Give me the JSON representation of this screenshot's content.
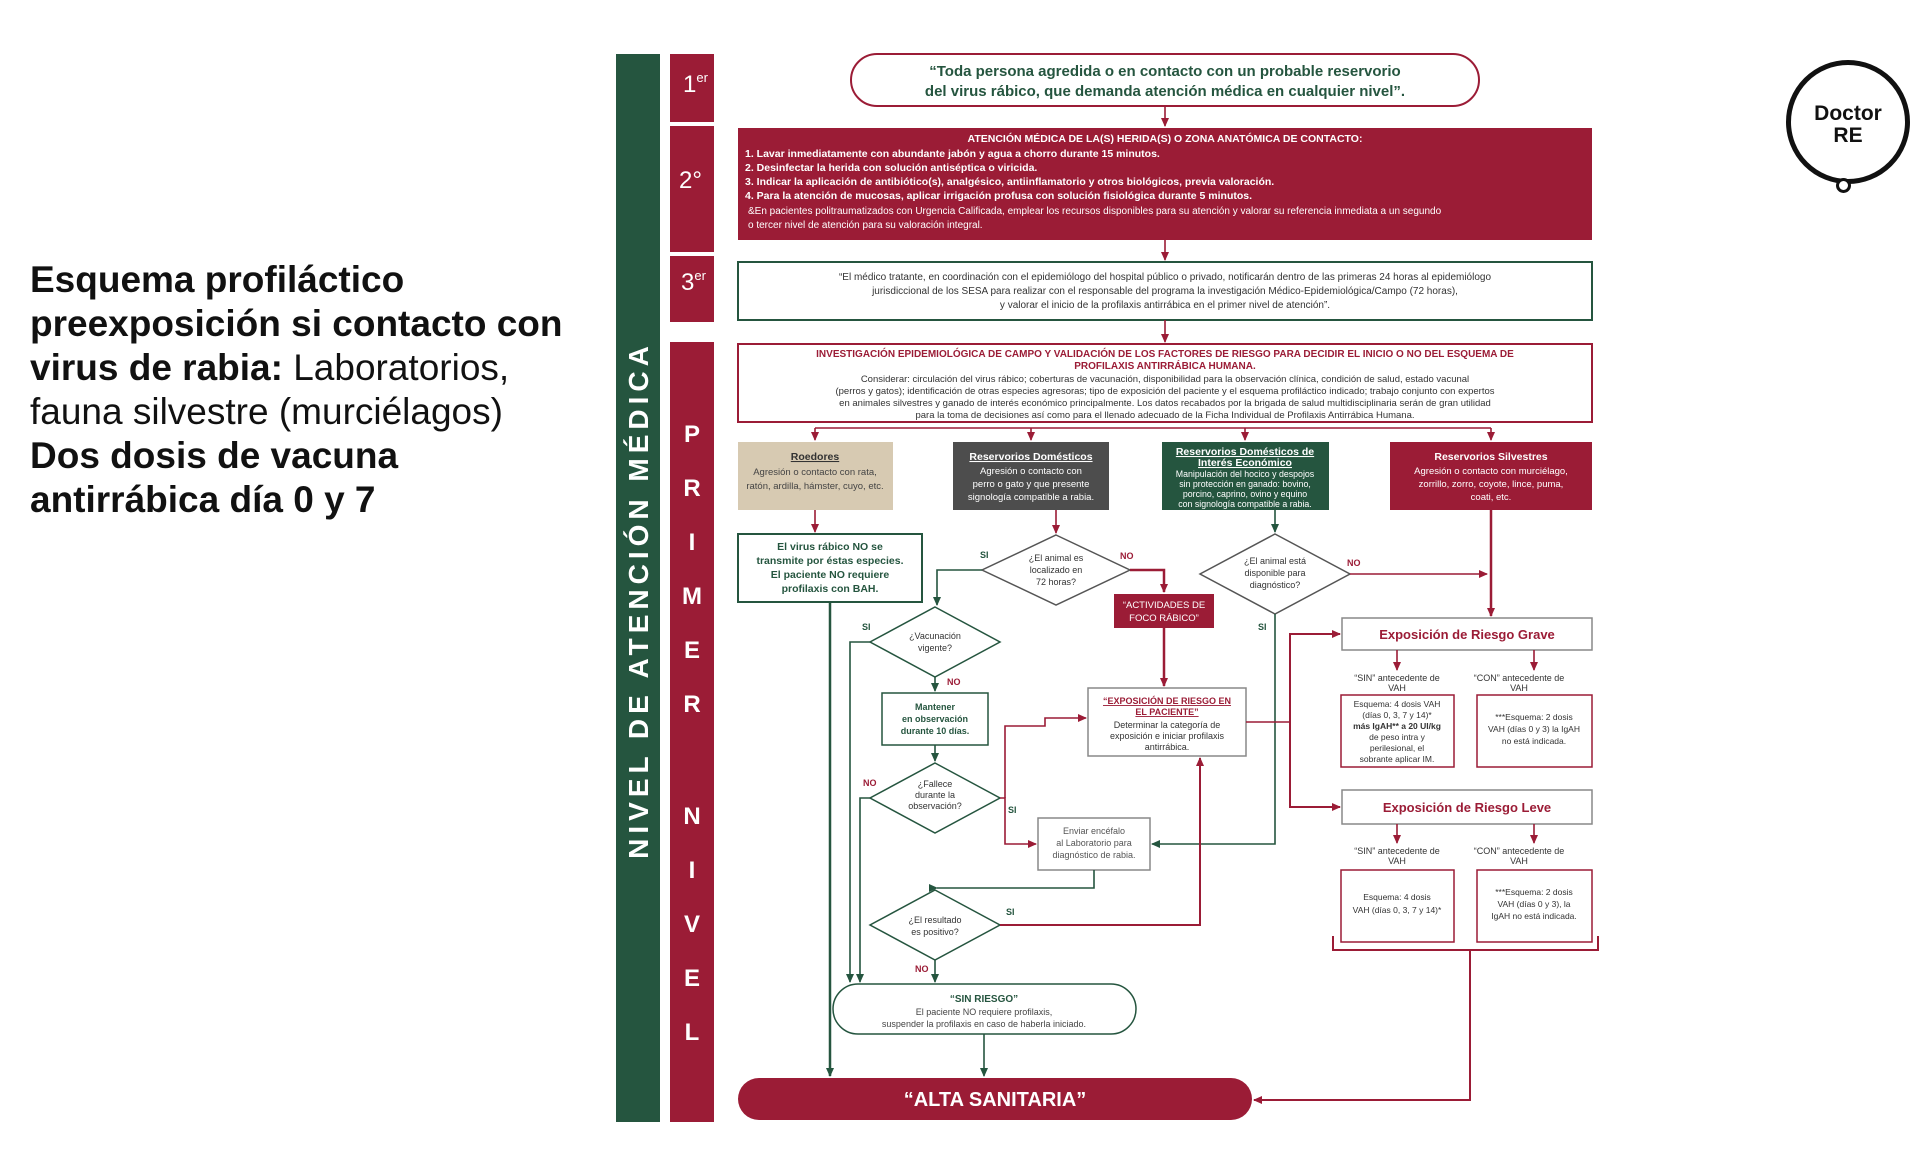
{
  "left": {
    "line1": "Esquema profiláctico",
    "line2": "preexposición si contacto con",
    "line3_bold": "virus de rabia:",
    "line3_rest": " Laboratorios,",
    "line4": "fauna silvestre (murciélagos)",
    "line5": "Dos dosis de vacuna",
    "line6": "antirrábica día 0 y 7"
  },
  "logo": {
    "line1": "Doctor",
    "line2": "RE"
  },
  "colors": {
    "wine": "#9b1c36",
    "green": "#25553f",
    "gray": "#4d4d4d",
    "beige": "#d7cab2",
    "text": "#333333"
  },
  "diagram": {
    "side_label": "NIVEL DE ATENCIÓN MÉDICA",
    "levels": {
      "first": "1",
      "first_sup": "er",
      "second": "2°",
      "third": "3",
      "third_sup": "er"
    },
    "primer_nivel": [
      "P",
      "R",
      "I",
      "M",
      "E",
      "R",
      "N",
      "I",
      "V",
      "E",
      "L"
    ],
    "top_box": [
      "“Toda persona agredida o en contacto con un probable reservorio",
      "del virus rábico, que demanda atención médica en cualquier nivel”."
    ],
    "atencion": {
      "title": "ATENCIÓN MÉDICA DE LA(S) HERIDA(S) O ZONA ANATÓMICA DE CONTACTO:",
      "items": [
        "1.  Lavar inmediatamente con abundante jabón y agua a chorro durante 15 minutos.",
        "2.  Desinfectar la herida con solución antiséptica o viricida.",
        "3.  Indicar la aplicación de antibiótico(s), analgésico, antiinflamatorio y otros biológicos, previa valoración.",
        "4.  Para la atención de mucosas, aplicar irrigación profusa con solución fisiológica durante 5 minutos."
      ],
      "note1": "&En pacientes politraumatizados con Urgencia Calificada, emplear los recursos disponibles para su atención y valorar su referencia inmediata a un segundo",
      "note2": "o tercer nivel de atención para su valoración integral."
    },
    "medico": [
      "“El médico tratante, en coordinación con el epidemiólogo del hospital público o privado, notificarán dentro de las primeras 24 horas al epidemiólogo",
      "jurisdiccional de los SESA para realizar con el responsable del programa la investigación Médico-Epidemiológica/Campo (72 horas),",
      "y valorar el inicio de la profilaxis antirrábica en el primer nivel de atención”."
    ],
    "investigacion": {
      "title1": "INVESTIGACIÓN EPIDEMIOLÓGICA DE CAMPO Y VALIDACIÓN DE LOS FACTORES DE RIESGO PARA DECIDIR EL INICIO O NO DEL ESQUEMA DE",
      "title2": "PROFILAXIS ANTIRRÁBICA HUMANA.",
      "body": [
        "Considerar: circulación del virus rábico; coberturas de vacunación, disponibilidad para la observación clínica, condición de salud, estado vacunal",
        "(perros y gatos); identificación de otras especies agresoras; tipo de exposición del paciente y el esquema profiláctico indicado; trabajo conjunto con expertos",
        "en animales silvestres y ganado de interés económico principalmente. Los datos recabados por la brigada de salud multidisciplinaria serán de gran utilidad",
        "para la toma de decisiones así como para el llenado adecuado de la Ficha Individual de Profilaxis Antirrábica Humana."
      ]
    },
    "roedores": {
      "title": "Roedores",
      "lines": [
        "Agresión o contacto con rata,",
        "ratón, ardilla, hámster,  cuyo, etc."
      ]
    },
    "domesticos": {
      "title": "Reservorios Domésticos",
      "lines": [
        "Agresión o contacto con",
        "perro o gato y que presente",
        "signología compatible a rabia."
      ]
    },
    "interes": {
      "title1": "Reservorios Domésticos de",
      "title2": "Interés Económico",
      "lines": [
        "Manipulación del hocico y despojos",
        "sin protección en ganado: bovino,",
        "porcino, caprino, ovino y equino",
        "con signología compatible a rabia."
      ]
    },
    "silvestres": {
      "title": "Reservorios Silvestres",
      "lines": [
        "Agresión o contacto con murciélago,",
        "zorrillo, zorro, coyote, lince, puma,",
        "coati, etc."
      ]
    },
    "no_transmite": [
      "El virus rábico NO se",
      "transmite por éstas especies.",
      "El paciente NO requiere",
      "profilaxis con BAH."
    ],
    "localizado": [
      "¿El animal es",
      "localizado en",
      "72 horas?"
    ],
    "disponible": [
      "¿El animal está",
      "disponible para",
      "diagnóstico?"
    ],
    "actividades": [
      "“ACTIVIDADES DE",
      "FOCO RÁBICO”"
    ],
    "vacunacion": [
      "¿Vacunación",
      "vigente?"
    ],
    "mantener": [
      "Mantener",
      "en observación",
      "durante 10 días."
    ],
    "fallece": [
      "¿Fallece",
      "durante la",
      "observación?"
    ],
    "exposicion_paciente": {
      "title1": "“EXPOSICIÓN DE RIESGO EN",
      "title2": "EL PACIENTE”",
      "lines": [
        "Determinar la categoría de",
        "exposición e iniciar profilaxis",
        "antirrábica."
      ]
    },
    "enviar": [
      "Enviar encéfalo",
      "al Laboratorio para",
      "diagnóstico de rabia."
    ],
    "resultado": [
      "¿El resultado",
      "es positivo?"
    ],
    "sin_riesgo": {
      "title": "“SIN RIESGO”",
      "lines": [
        "El paciente NO requiere profilaxis,",
        "suspender la profilaxis en caso de haberla iniciado."
      ]
    },
    "alta": "“ALTA SANITARIA”",
    "grave": {
      "title": "Exposición de Riesgo Grave",
      "sin_label": [
        "“SIN” antecedente de",
        "VAH"
      ],
      "con_label": [
        "“CON” antecedente de",
        "VAH"
      ],
      "sin_box": [
        "Esquema: 4 dosis VAH",
        "(días 0, 3, 7 y 14)*",
        "más IgAH** a 20 UI/kg",
        "de peso intra y",
        "perilesional, el",
        "sobrante aplicar IM."
      ],
      "con_box": [
        "***Esquema: 2 dosis",
        "VAH (días 0 y 3) la IgAH",
        "no está indicada."
      ]
    },
    "leve": {
      "title": "Exposición de Riesgo Leve",
      "sin_label": [
        "“SIN” antecedente de",
        "VAH"
      ],
      "con_label": [
        "“CON” antecedente de",
        "VAH"
      ],
      "sin_box": [
        "Esquema: 4 dosis",
        "VAH (días 0, 3, 7 y 14)*"
      ],
      "con_box": [
        "***Esquema: 2 dosis",
        "VAH (días 0 y 3), la",
        "IgAH no está indicada."
      ]
    },
    "lbl_si": "SI",
    "lbl_no": "NO"
  }
}
